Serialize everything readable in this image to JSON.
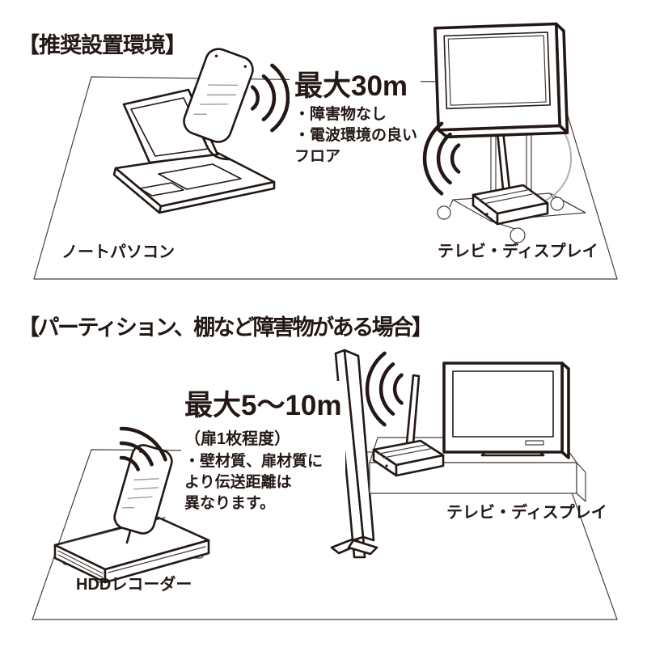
{
  "colors": {
    "ink": "#231815",
    "cable_gray": "#b5b5b5",
    "background": "#ffffff"
  },
  "section1": {
    "title": "【推奨設置環境】",
    "distance": "最大30m",
    "note1": "・障害物なし",
    "note2": "・電波環境の良い",
    "note3": "フロア",
    "label_left": "ノートパソコン",
    "label_right": "テレビ・ディスプレイ"
  },
  "section2": {
    "title": "【パーティション、棚など障害物がある場合】",
    "distance": "最大5〜10m",
    "sub": "（扉1枚程度）",
    "note1": "・壁材質、扉材質に",
    "note2": "より伝送距離は",
    "note3": "異なります。",
    "label_left": "HDDレコーダー",
    "label_right": "テレビ・ディスプレイ"
  }
}
